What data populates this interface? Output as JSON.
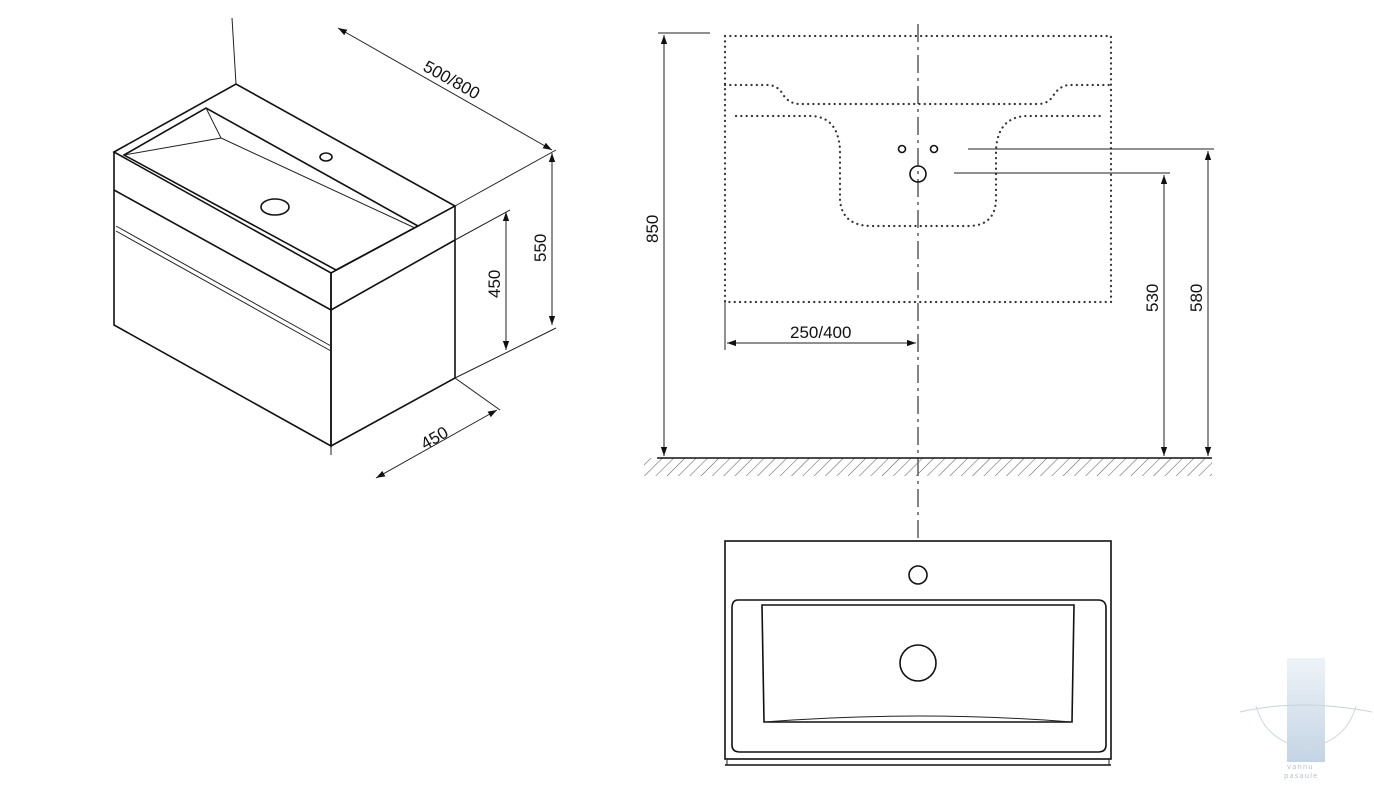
{
  "dimensions": {
    "iso_width": "500/800",
    "iso_height": "550",
    "iso_cabinet_height": "450",
    "iso_depth": "450",
    "front_total_height": "850",
    "front_drain_offset": "250/400",
    "front_outlet_height_1": "530",
    "front_outlet_height_2": "580"
  },
  "watermark": {
    "line1": "vannu",
    "line2": "pasaule"
  }
}
